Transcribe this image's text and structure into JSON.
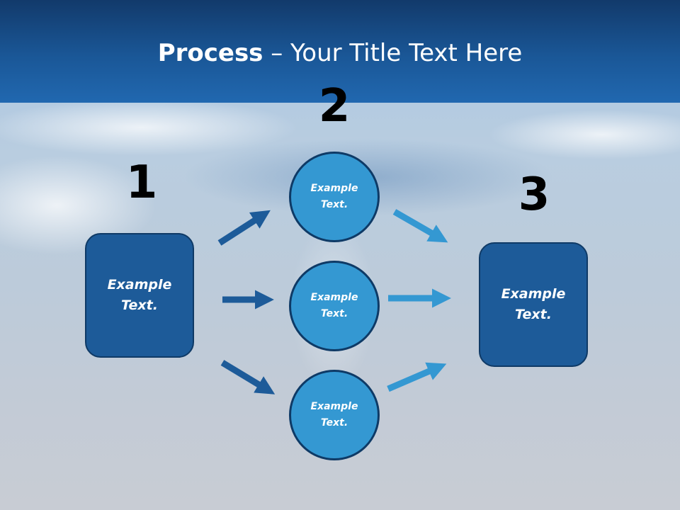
{
  "title": {
    "bold": "Process",
    "rest": " – Your Title Text Here"
  },
  "steps": {
    "one": {
      "number": "1",
      "text": "Example Text."
    },
    "two": {
      "number": "2"
    },
    "three": {
      "number": "3",
      "text": "Example Text."
    }
  },
  "circles": [
    {
      "text": "Example Text."
    },
    {
      "text": "Example Text."
    },
    {
      "text": "Example Text."
    }
  ],
  "colors": {
    "header": "#1a5797",
    "box_fill": "#1d5b99",
    "circle_fill": "#3498d2",
    "dark_arrow": "#1d5b99",
    "light_arrow": "#3498d2"
  }
}
